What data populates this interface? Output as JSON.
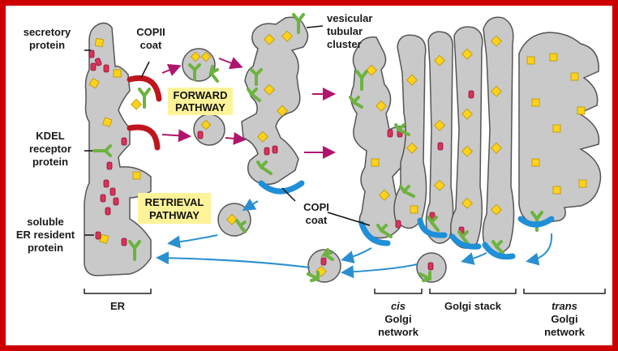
{
  "labels": {
    "secretory_protein": [
      "secretory",
      "protein"
    ],
    "copii_coat": [
      "COPII",
      "coat"
    ],
    "vesicular_tubular_cluster": [
      "vesicular",
      "tubular",
      "cluster"
    ],
    "kdel_receptor": [
      "KDEL",
      "receptor",
      "protein"
    ],
    "forward_pathway": [
      "FORWARD",
      "PATHWAY"
    ],
    "retrieval_pathway": [
      "RETRIEVAL",
      "PATHWAY"
    ],
    "soluble_er_resident": [
      "soluble",
      "ER resident",
      "protein"
    ],
    "copi_coat": [
      "COPI",
      "coat"
    ],
    "er": "ER",
    "cis_golgi": [
      "cis",
      "Golgi",
      "network"
    ],
    "golgi_stack": "Golgi stack",
    "trans_golgi": [
      "trans",
      "Golgi",
      "network"
    ]
  },
  "colors": {
    "frame": "#cc0000",
    "membrane_fill": "#c9c9c9",
    "membrane_stroke": "#555555",
    "copii": "#c0151f",
    "copi": "#1f8fd8",
    "receptor": "#6cb33f",
    "cargo": "#ffd21c",
    "resident": "#d8335a",
    "forward_arrow": "#b0156e",
    "retrieval_arrow": "#2a8fd0",
    "pathway_box": "#fff39a"
  }
}
